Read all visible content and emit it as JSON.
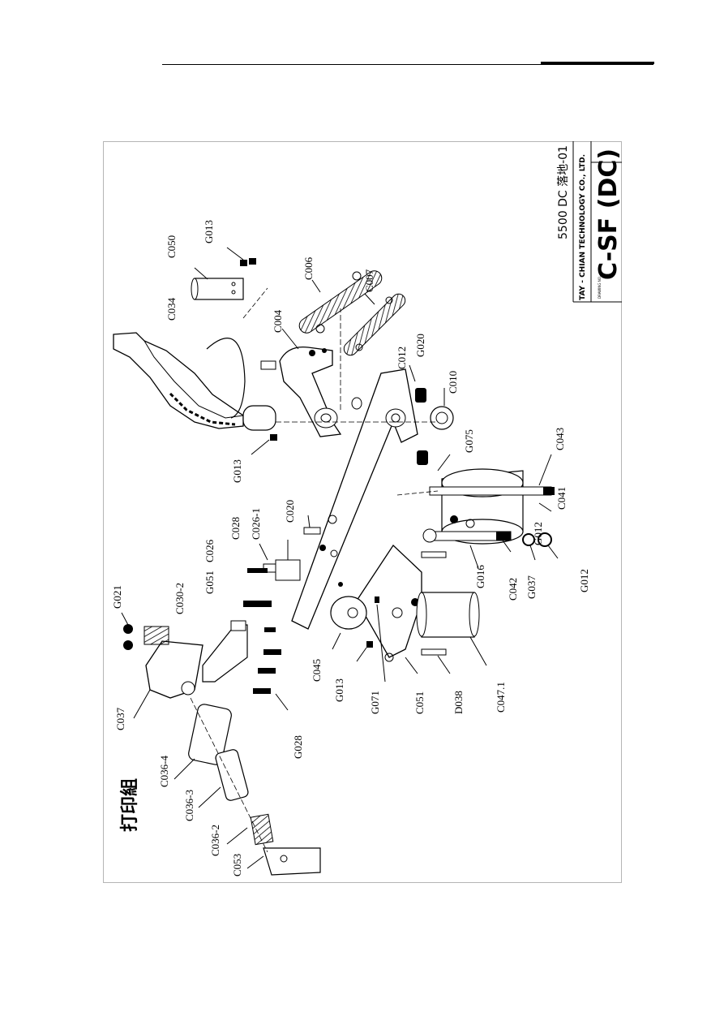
{
  "page": {
    "drawing_number": "5500 DC 落地-01",
    "company": "TAY - CHIAN TECHNOLOGY CO., LTD.",
    "drawing_small_label": "DRAWING NO.",
    "model": "C-SF (DC)",
    "assembly_title": "打印組"
  },
  "parts": {
    "C050": "C050",
    "G013_a": "G013",
    "C034": "C034",
    "C006": "C006",
    "C007": "C007",
    "C004": "C004",
    "G020": "G020",
    "C012": "C012",
    "C010": "C010",
    "G013_b": "G013",
    "G075": "G075",
    "C043": "C043",
    "C041": "C041",
    "G012_a": "G012",
    "C020": "C020",
    "C026_1": "C026-1",
    "C028": "C028",
    "C026": "C026",
    "G016": "G016",
    "C042": "C042",
    "G037": "G037",
    "G012_b": "G012",
    "G021": "G021",
    "C030_2": "C030-2",
    "G051": "G051",
    "C045": "C045",
    "G013_c": "G013",
    "G071": "G071",
    "C051": "C051",
    "D038": "D038",
    "C047_1": "C047.1",
    "C037": "C037",
    "C036_4": "C036-4",
    "G028": "G028",
    "C036_3": "C036-3",
    "C036_2": "C036-2",
    "C053": "C053"
  }
}
